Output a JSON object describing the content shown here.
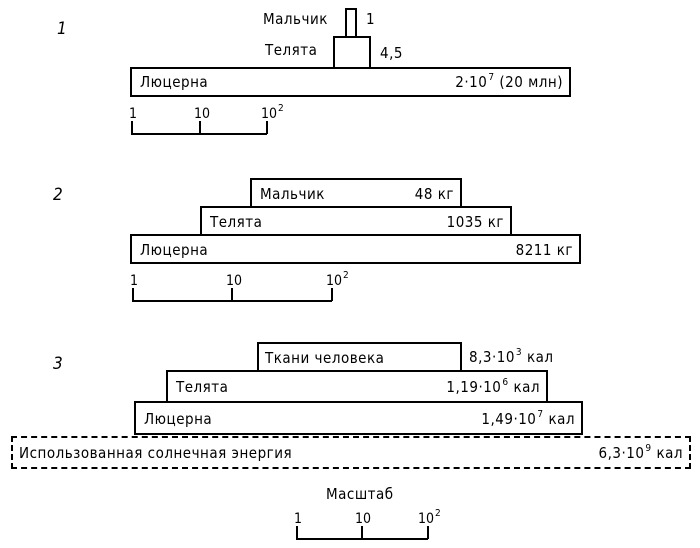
{
  "panel1": {
    "number": "1",
    "boy_label": "Мальчик",
    "boy_value": "1",
    "calves_label": "Телята",
    "calves_value": "4,5",
    "alfalfa_label": "Люцерна",
    "alfalfa_value": "2·10",
    "alfalfa_exp": "7",
    "alfalfa_note": "(20 млн)"
  },
  "panel2": {
    "number": "2",
    "boy_label": "Мальчик",
    "boy_value": "48 кг",
    "calves_label": "Телята",
    "calves_value": "1035 кг",
    "alfalfa_label": "Люцерна",
    "alfalfa_value": "8211 кг"
  },
  "panel3": {
    "number": "3",
    "human_label": "Ткани человека",
    "human_value": "8,3·10",
    "human_exp": "3",
    "human_unit": "кал",
    "calves_label": "Телята",
    "calves_value": "1,19·10",
    "calves_exp": "6",
    "calves_unit": "кал",
    "alfalfa_label": "Люцерна",
    "alfalfa_value": "1,49·10",
    "alfalfa_exp": "7",
    "alfalfa_unit": "кал",
    "solar_label": "Использованная солнечная энергия",
    "solar_value": "6,3·10",
    "solar_exp": "9",
    "solar_unit": "кал"
  },
  "scale": {
    "title": "Масштаб",
    "tick1": "1",
    "tick2": "10",
    "tick3": "10",
    "tick3_exp": "2"
  }
}
